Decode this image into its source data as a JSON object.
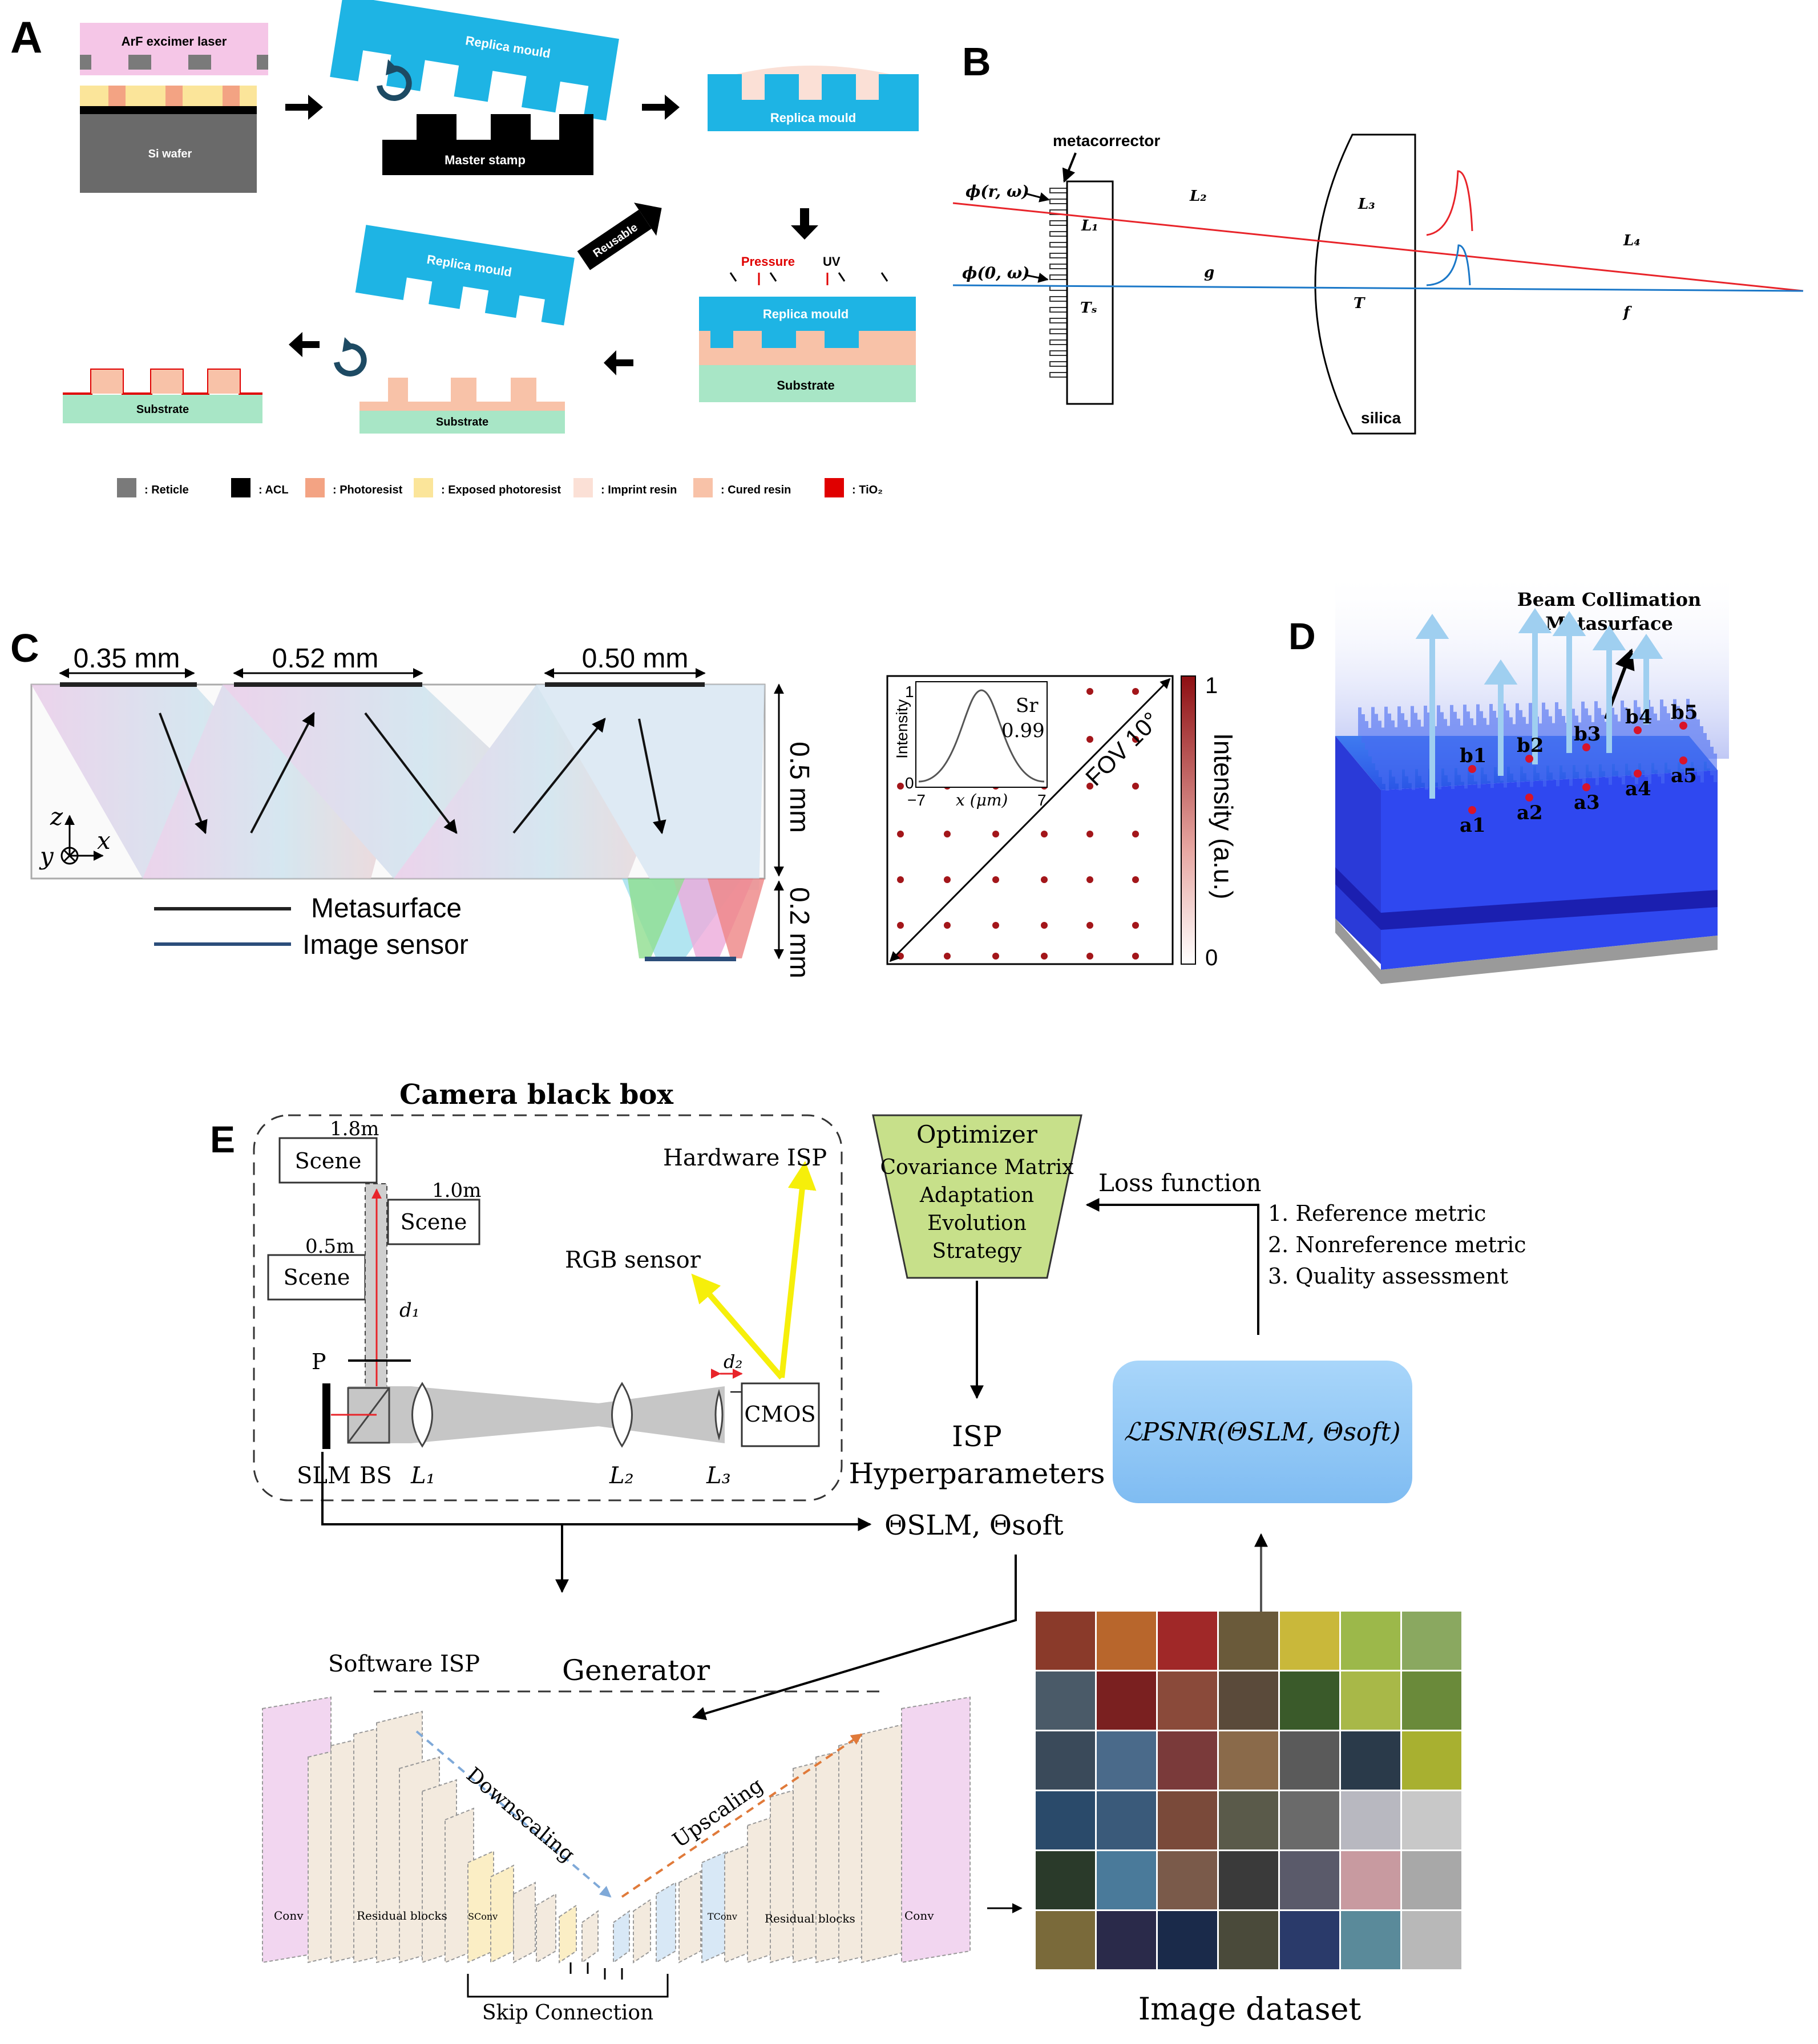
{
  "panels": {
    "A": {
      "letter": "A",
      "laser": "ArF excimer laser",
      "wafer": "Si wafer",
      "replica_top": "Replica mould",
      "master_stamp": "Master stamp",
      "replica_right": "Replica mould",
      "pressure": "Pressure",
      "uv": "UV",
      "replica_press": "Replica mould",
      "substrate_press": "Substrate",
      "reusable": "Reusable",
      "replica_bottom": "Replica mould",
      "substrate_mid": "Substrate",
      "substrate_left": "Substrate",
      "legend": [
        {
          "label": ": Reticle",
          "color": "#7a7a7a"
        },
        {
          "label": ": ACL",
          "color": "#000000"
        },
        {
          "label": ": Photoresist",
          "color": "#f3a383"
        },
        {
          "label": ": Exposed photoresist",
          "color": "#fbe59a"
        },
        {
          "label": ": Imprint resin",
          "color": "#fbe0d6"
        },
        {
          "label": ": Cured resin",
          "color": "#f8c2a8"
        },
        {
          "label": ": TiO₂",
          "color": "#e00000"
        }
      ]
    },
    "B": {
      "letter": "B",
      "metacorrector": "metacorrector",
      "phi_r": "ϕ(r, ω)",
      "phi_0": "ϕ(0, ω)",
      "L1": "L₁",
      "Ts": "Tₛ",
      "L2": "L₂",
      "g": "g",
      "L3": "L₃",
      "T": "T",
      "L4": "L₄",
      "f": "f",
      "silica": "silica"
    },
    "C": {
      "letter": "C",
      "dim1": "0.35 mm",
      "dim2": "0.52 mm",
      "dim3": "0.50 mm",
      "height1": "0.5 mm",
      "height2": "0.2 mm",
      "axis_z": "z",
      "axis_x": "x",
      "axis_y": "y",
      "legend_meta": "Metasurface",
      "legend_sensor": "Image sensor",
      "inset_ylabel": "Intensity",
      "inset_xlabel": "x (μm)",
      "inset_tick_left": "−7",
      "inset_tick_right": "7",
      "inset_y1": "1",
      "inset_y0": "0",
      "sr_label": "Sr",
      "sr_value": "0.99",
      "fov": "FOV 10°",
      "colorbar_label": "Intensity (a.u.)",
      "colorbar_max": "1",
      "colorbar_min": "0"
    },
    "D": {
      "letter": "D",
      "title_line1": "Beam Collimation",
      "title_line2": "Metasurface",
      "points_b": [
        "b1",
        "b2",
        "b3",
        "b4",
        "b5"
      ],
      "points_a": [
        "a1",
        "a2",
        "a3",
        "a4",
        "a5"
      ]
    },
    "E": {
      "letter": "E",
      "black_box_title": "Camera black box",
      "d18": "1.8m",
      "d10": "1.0m",
      "d05": "0.5m",
      "scene": "Scene",
      "d1": "d₁",
      "d2": "d₂",
      "P": "P",
      "SLM": "SLM",
      "BS": "BS",
      "L1": "L₁",
      "L2": "L₂",
      "L3": "L₃",
      "CMOS": "CMOS",
      "rgb_sensor": "RGB sensor",
      "hardware_isp": "Hardware ISP",
      "optimizer_title": "Optimizer",
      "optimizer_lines": [
        "Covariance Matrix",
        "Adaptation",
        "Evolution",
        "Strategy"
      ],
      "loss_function": "Loss function",
      "metrics": [
        "1. Reference metric",
        "2. Nonreference metric",
        "3. Quality assessment"
      ],
      "isp_line1": "ISP",
      "isp_line2": "Hyperparameters",
      "loss_formula": "ℒPSNR(ΘSLM, Θsoft)",
      "theta": "ΘSLM, Θsoft",
      "software_isp": "Software ISP",
      "generator": "Generator",
      "downscaling": "Downscaling",
      "upscaling": "Upscaling",
      "conv_left": "Conv",
      "conv_right": "Conv",
      "residual_left": "Residual blocks",
      "residual_right": "Residual blocks",
      "sconv": "SConv",
      "tconv": "TConv",
      "skip": "Skip Connection",
      "dataset": "Image dataset"
    }
  },
  "colors": {
    "mould": "#1eb4e4",
    "substrate": "#a8e6c6",
    "resin": "#f8c2a8",
    "ray_red": "#e8242a",
    "ray_blue": "#1b78c8",
    "arrow_yellow": "#f6ef0a",
    "optimizer_fill": "#c7e08a",
    "loss_box_fill": "#8cc8f6",
    "cube_blue": "#2f3ee0",
    "point_red": "#d8142a"
  }
}
